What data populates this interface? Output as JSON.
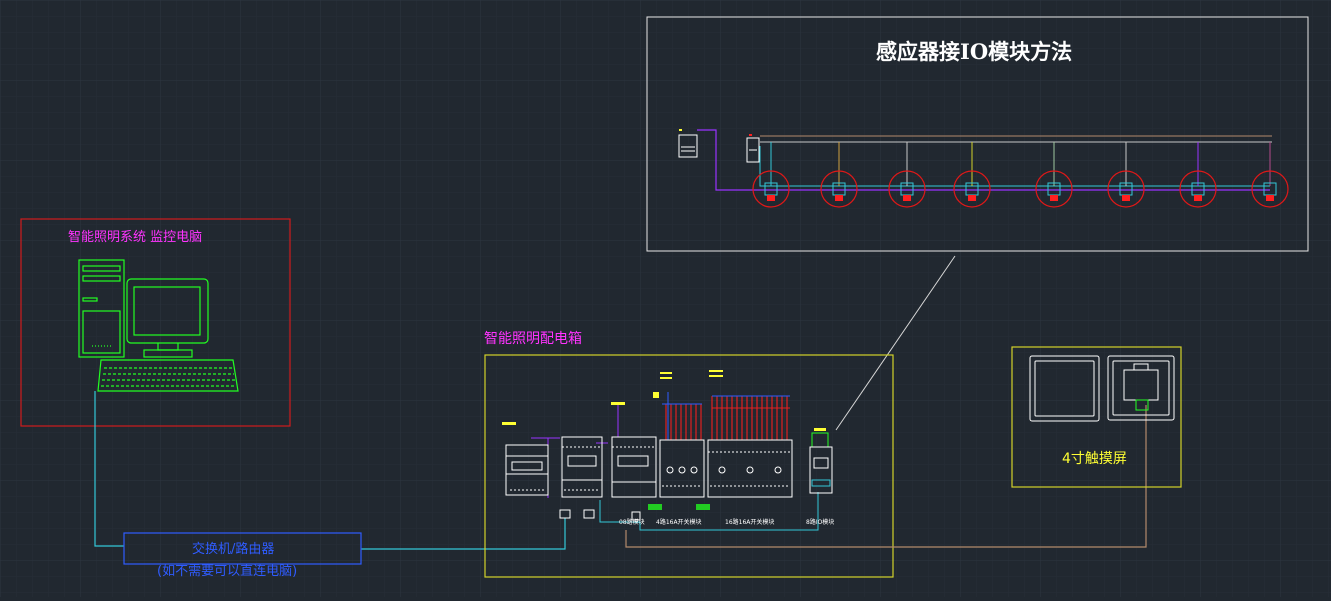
{
  "diagram": {
    "sensor_panel_title": "感应器接IO模块方法",
    "monitor_pc_label": "智能照明系统 监控电脑",
    "distribution_box_label": "智能照明配电箱",
    "touch_screen_label": "4寸触摸屏",
    "switch_label": "交换机/路由器",
    "switch_note": "(如不需要可以直连电脑)",
    "module_labels": [
      "08路模块",
      "4路16A开关模块",
      "16路16A开关模块",
      "8路IO模块"
    ],
    "colors": {
      "background": "#212830",
      "grid": "#2b333d",
      "red_frame": "#d01c1c",
      "yellow_frame": "#d2d22a",
      "white_frame": "#e6e6e6",
      "green_device": "#22ff22",
      "magenta_text": "#ff33ff",
      "blue_text": "#2f5cff",
      "cable_cyan": "#33c7d8",
      "cable_purple": "#9933ff",
      "sensor_red": "#ff2020"
    },
    "icons": [
      "desktop-computer-icon",
      "din-rail-module-icon",
      "touch-panel-icon",
      "occupancy-sensor-icon"
    ]
  }
}
